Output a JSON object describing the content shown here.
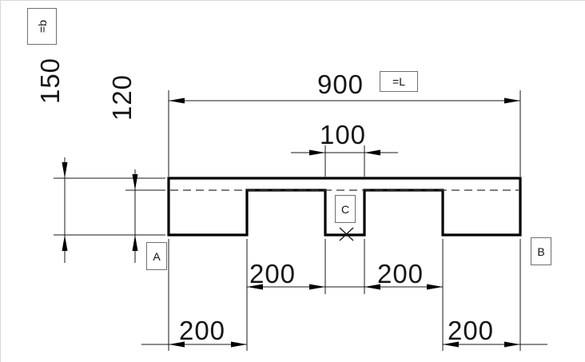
{
  "dims": {
    "total_length": "900",
    "total_length_tag": "=L",
    "total_height": "150",
    "total_height_tag": "=b",
    "web_height": "120",
    "center_tooth_width": "100",
    "gap_left": "200",
    "gap_right": "200",
    "end_tooth_left": "200",
    "end_tooth_right": "200"
  },
  "refs": {
    "a": "A",
    "b": "B",
    "c": "C"
  }
}
